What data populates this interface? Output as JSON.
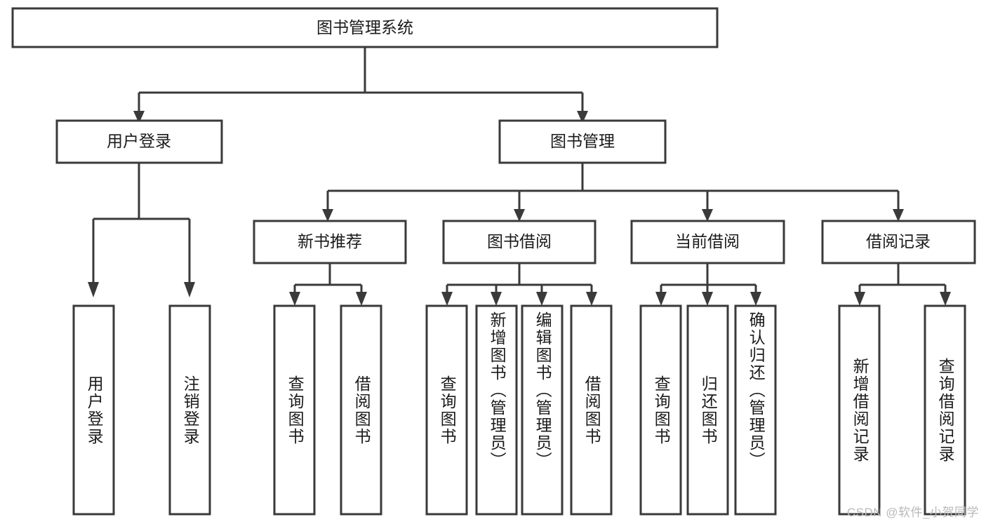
{
  "diagram": {
    "title": "图书管理系统",
    "type": "hierarchy-tree",
    "watermark": "CSDN @软件_小贺同学",
    "colors": {
      "stroke": "#3a3a3a",
      "fill": "#ffffff",
      "text": "#1b1b1b",
      "watermark": "#b9b9b9",
      "background": "#ffffff"
    },
    "nodes": {
      "root": {
        "label": "图书管理系统",
        "orientation": "horizontal",
        "level": 1
      },
      "l2_0": {
        "label": "用户登录",
        "orientation": "horizontal",
        "level": 2
      },
      "l2_1": {
        "label": "图书管理",
        "orientation": "horizontal",
        "level": 2
      },
      "l3_0": {
        "label": "新书推荐",
        "orientation": "horizontal",
        "level": 3
      },
      "l3_1": {
        "label": "图书借阅",
        "orientation": "horizontal",
        "level": 3
      },
      "l3_2": {
        "label": "当前借阅",
        "orientation": "horizontal",
        "level": 3
      },
      "l3_3": {
        "label": "借阅记录",
        "orientation": "horizontal",
        "level": 3
      },
      "leaf_0": {
        "label": "用户登录",
        "orientation": "vertical",
        "level": 3
      },
      "leaf_1": {
        "label": "注销登录",
        "orientation": "vertical",
        "level": 3
      },
      "leaf_2": {
        "label": "查询图书",
        "orientation": "vertical",
        "level": 4
      },
      "leaf_3": {
        "label": "借阅图书",
        "orientation": "vertical",
        "level": 4
      },
      "leaf_4": {
        "label": "查询图书",
        "orientation": "vertical",
        "level": 4
      },
      "leaf_5": {
        "label": "新增图书（管理员）",
        "orientation": "vertical",
        "level": 4
      },
      "leaf_6": {
        "label": "编辑图书（管理员）",
        "orientation": "vertical",
        "level": 4
      },
      "leaf_7": {
        "label": "借阅图书",
        "orientation": "vertical",
        "level": 4
      },
      "leaf_8": {
        "label": "查询图书",
        "orientation": "vertical",
        "level": 4
      },
      "leaf_9": {
        "label": "归还图书",
        "orientation": "vertical",
        "level": 4
      },
      "leaf_10": {
        "label": "确认归还（管理员）",
        "orientation": "vertical",
        "level": 4
      },
      "leaf_11": {
        "label": "新增借阅记录",
        "orientation": "vertical",
        "level": 4
      },
      "leaf_12": {
        "label": "查询借阅记录",
        "orientation": "vertical",
        "level": 4
      }
    },
    "edges": [
      {
        "from": "root",
        "to": "l2_0"
      },
      {
        "from": "root",
        "to": "l2_1"
      },
      {
        "from": "l2_0",
        "to": "leaf_0"
      },
      {
        "from": "l2_0",
        "to": "leaf_1"
      },
      {
        "from": "l2_1",
        "to": "l3_0"
      },
      {
        "from": "l2_1",
        "to": "l3_1"
      },
      {
        "from": "l2_1",
        "to": "l3_2"
      },
      {
        "from": "l2_1",
        "to": "l3_3"
      },
      {
        "from": "l3_0",
        "to": "leaf_2"
      },
      {
        "from": "l3_0",
        "to": "leaf_3"
      },
      {
        "from": "l3_1",
        "to": "leaf_4"
      },
      {
        "from": "l3_1",
        "to": "leaf_5"
      },
      {
        "from": "l3_1",
        "to": "leaf_6"
      },
      {
        "from": "l3_1",
        "to": "leaf_7"
      },
      {
        "from": "l3_2",
        "to": "leaf_8"
      },
      {
        "from": "l3_2",
        "to": "leaf_9"
      },
      {
        "from": "l3_2",
        "to": "leaf_10"
      },
      {
        "from": "l3_3",
        "to": "leaf_11"
      },
      {
        "from": "l3_3",
        "to": "leaf_12"
      }
    ]
  }
}
